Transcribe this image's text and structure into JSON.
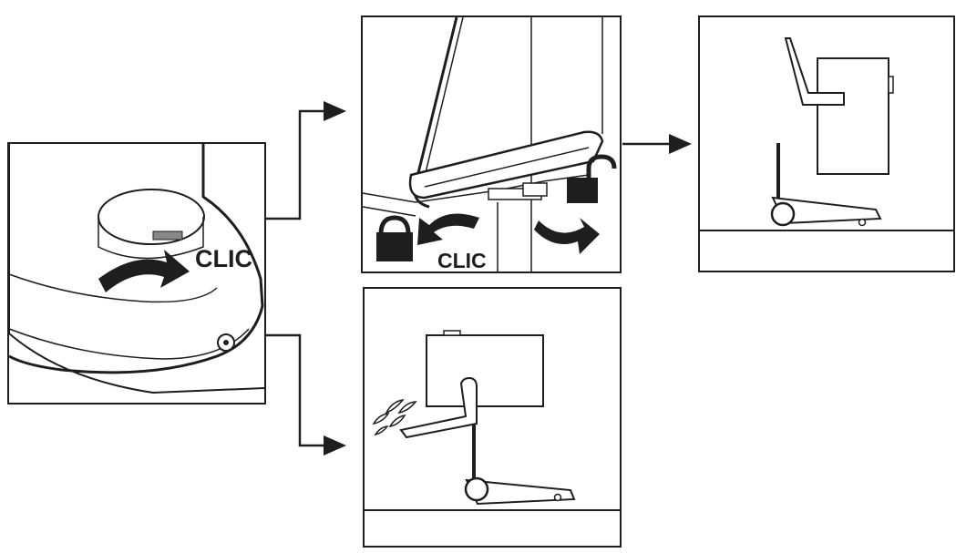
{
  "diagram": {
    "panels": [
      {
        "id": "step-1-detail",
        "label": "CLIC"
      },
      {
        "id": "step-2-pedals",
        "label": "CLIC"
      },
      {
        "id": "step-3-upright"
      },
      {
        "id": "step-4-tilted"
      }
    ],
    "colors": {
      "ink": "#1e1e1e",
      "background": "#ffffff"
    },
    "icons": [
      "lock-closed-icon",
      "lock-open-icon",
      "curved-arrow-icon",
      "arrow-right-icon",
      "water-drops-icon"
    ]
  }
}
